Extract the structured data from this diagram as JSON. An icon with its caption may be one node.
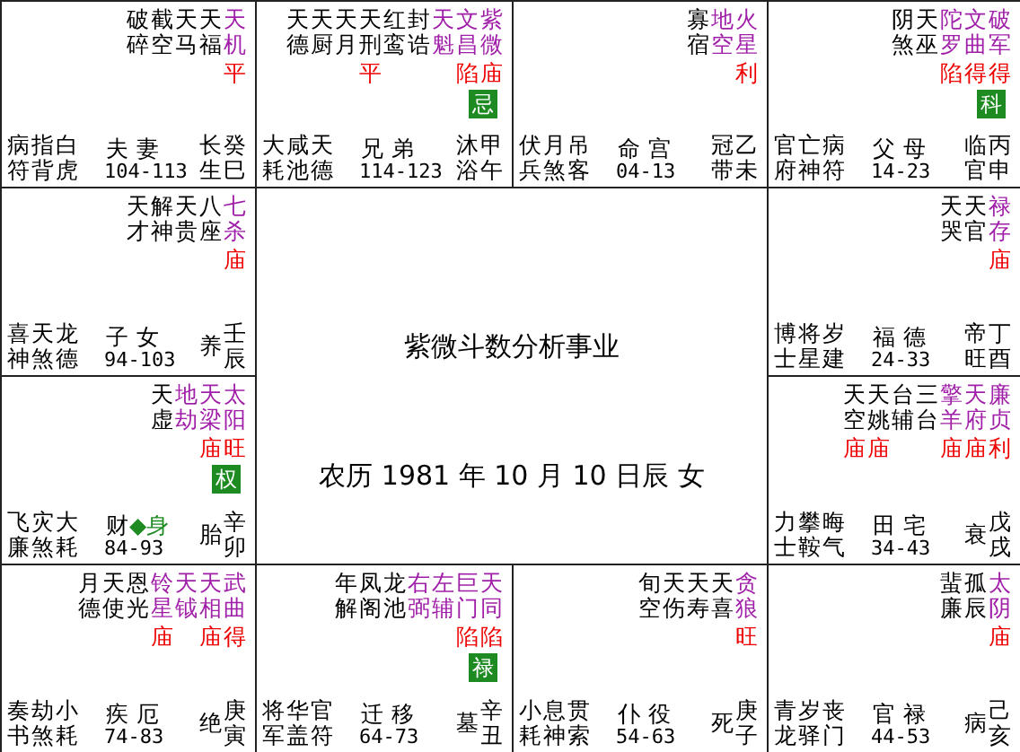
{
  "diagram": {
    "nodes": [
      {
        "text": [
          "破碎",
          "截空",
          "天马",
          "天福",
          "天机",
          "平",
          "病符",
          "指背",
          "白虎",
          "夫 妻",
          "104-113",
          "长生",
          "癸巳"
        ]
      },
      {
        "text": [
          "天德",
          "天厨",
          "天月",
          "天刑",
          "红鸾",
          "封诰",
          "天魁",
          "文昌",
          "紫微",
          "平",
          "陷",
          "庙",
          "大耗",
          "咸池",
          "天德",
          "兄 弟",
          "114-123",
          "沐浴",
          "甲午"
        ]
      },
      {
        "text": [
          "忌"
        ],
        "in": 1
      },
      {
        "text": [
          "寡宿",
          "地空",
          "火星",
          "利",
          "伏兵",
          "月煞",
          "吊客",
          "命 宫",
          "04-13",
          "冠带",
          "乙未"
        ]
      },
      {
        "text": [
          "阴煞",
          "天巫",
          "陀罗",
          "文曲",
          "破军",
          "陷",
          "得",
          "得",
          "官府",
          "亡神",
          "病符",
          "父 母",
          "14-23",
          "临官",
          "丙申"
        ]
      },
      {
        "text": [
          "科"
        ],
        "in": 4
      },
      {
        "text": [
          "天才",
          "解神",
          "天贵",
          "八座",
          "七杀",
          "庙",
          "喜神",
          "天煞",
          "龙德",
          "子 女",
          "94-103",
          "养",
          "壬辰"
        ]
      },
      {
        "text": [
          "紫微斗数分析事业",
          "农历 1981 年 10 月 10 日辰 女"
        ]
      },
      {
        "text": [
          "天哭",
          "天官",
          "禄存",
          "庙",
          "博士",
          "将星",
          "岁建",
          "福 德",
          "24-33",
          "帝旺",
          "丁酉"
        ]
      },
      {
        "text": [
          "天虚",
          "地劫",
          "天梁",
          "太阳",
          "庙",
          "旺",
          "飞廉",
          "灾煞",
          "大耗",
          "财",
          "◆身",
          "84-93",
          "胎",
          "辛卯"
        ]
      },
      {
        "text": [
          "权"
        ],
        "in": 9
      },
      {
        "text": [
          "天空",
          "天姚",
          "台辅",
          "三台",
          "擎羊",
          "天府",
          "廉贞",
          "庙",
          "庙",
          "庙",
          "庙",
          "利",
          "力士",
          "攀鞍",
          "晦气",
          "田 宅",
          "34-43",
          "衰",
          "戊戌"
        ]
      },
      {
        "text": [
          "月德",
          "天使",
          "恩光",
          "铃星",
          "天钺",
          "天相",
          "武曲",
          "庙",
          "庙",
          "得",
          "奏书",
          "劫煞",
          "小耗",
          "疾 厄",
          "74-83",
          "绝",
          "庚寅"
        ]
      },
      {
        "text": [
          "年解",
          "凤阁",
          "龙池",
          "右弼",
          "左辅",
          "巨门",
          "天同",
          "陷",
          "陷",
          "将军",
          "华盖",
          "官符",
          "迁 移",
          "64-73",
          "墓",
          "辛丑"
        ]
      },
      {
        "text": [
          "禄"
        ],
        "in": 13
      },
      {
        "text": [
          "旬空",
          "天伤",
          "天寿",
          "天喜",
          "贪狼",
          "旺",
          "小耗",
          "息神",
          "贯索",
          "仆 役",
          "54-63",
          "死",
          "庚子"
        ]
      },
      {
        "text": [
          "蜚廉",
          "孤辰",
          "太阴",
          "庙",
          "青龙",
          "岁驿",
          "丧门",
          "官 禄",
          "44-53",
          "病",
          "己亥"
        ]
      }
    ]
  }
}
